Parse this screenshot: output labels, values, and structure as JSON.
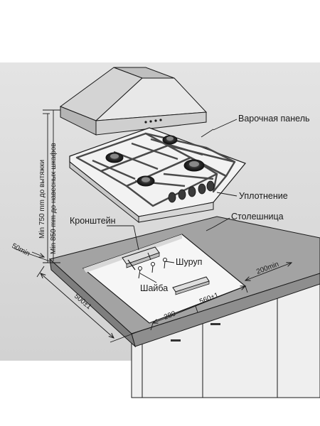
{
  "labels": {
    "hob": "Варочная панель",
    "seal": "Уплотнение",
    "countertop": "Столешница",
    "bracket": "Кронштейн",
    "screw": "Шуруп",
    "washer": "Шайба"
  },
  "dimensions": {
    "min_hood": "Min 750 mm до вытяжки",
    "min_cabinet": "Min 850 mm до навесных шкафов",
    "left_edge": "50min",
    "depth": "500±1",
    "cut_width": "560±1",
    "bracket_offset": "280",
    "rear_edge": "200min"
  },
  "colors": {
    "background_panel": "#dcdcdc",
    "countertop": "#a3a3a3",
    "hob_frame": "#f2f2f2",
    "cutout": "#f6f6f6",
    "cabinet": "#efefef",
    "outline": "#1a1a1a"
  }
}
